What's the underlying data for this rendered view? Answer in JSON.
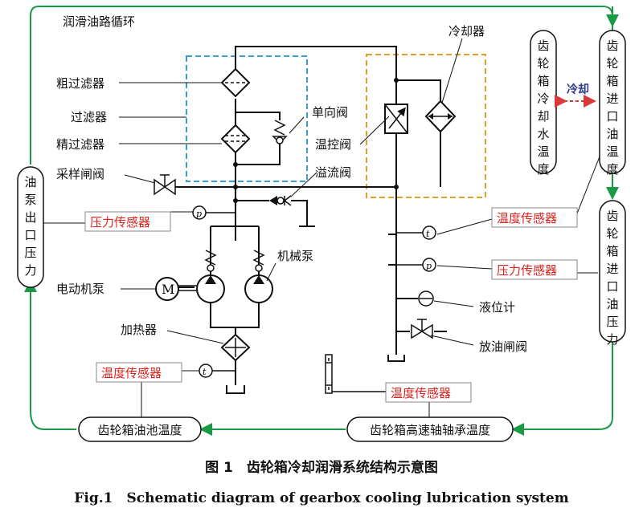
{
  "colors": {
    "loop": "#1a9a46",
    "filter_box": "#3a9fd0",
    "cooler_box": "#e3a028",
    "sensor_text": "#e0201b",
    "cool_arrow": "#d93a3a"
  },
  "loop_title": "润滑油路循环",
  "left_box": "油泵出口压力",
  "right_top_box": "齿轮箱进口油温度",
  "water_box": "齿轮箱冷却水温度",
  "cool_label": "冷却",
  "right_mid_box": "齿轮箱进口油压力",
  "bottom_left_box": "齿轮箱油池温度",
  "bottom_right_box": "齿轮箱高速轴轴承温度",
  "labels": {
    "coarse_filter": "粗过滤器",
    "filter": "过滤器",
    "fine_filter": "精过滤器",
    "sampling_valve": "采样闸阀",
    "check_valve": "单向阀",
    "thermo_valve": "温控阀",
    "relief_valve": "溢流阀",
    "cooler": "冷却器",
    "electric_pump": "电动机泵",
    "mech_pump": "机械泵",
    "heater": "加热器",
    "level_gauge": "液位计",
    "drain_valve": "放油闸阀",
    "motor": "M"
  },
  "sensors": {
    "pressure_left": "压力传感器",
    "temp_right_top": "温度传感器",
    "pressure_right": "压力传感器",
    "temp_heater": "温度传感器",
    "temp_bearing": "温度传感器"
  },
  "gauges": {
    "p": "p",
    "t": "t"
  },
  "caption_cn": "图 1　齿轮箱冷却润滑系统结构示意图",
  "caption_en": "Fig.1　Schematic diagram of gearbox cooling lubrication system"
}
